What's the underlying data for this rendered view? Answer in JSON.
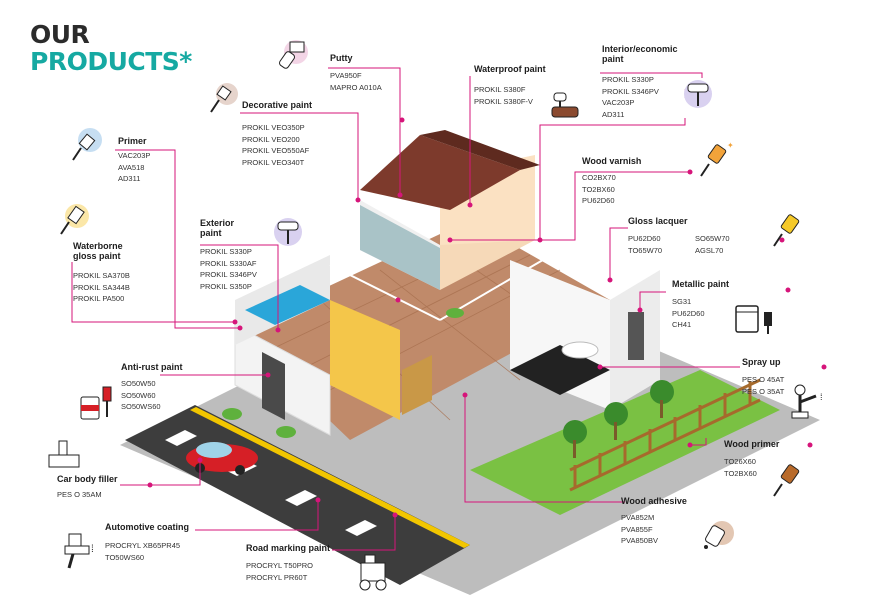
{
  "title": {
    "line1": "OUR",
    "line2": "PRODUCTS*"
  },
  "colors": {
    "accent": "#16a9a2",
    "leader": "#d6157a",
    "roof": "#7d3a2c",
    "road": "#3a3a3a",
    "grass": "#7ac143"
  },
  "products": {
    "putty": {
      "label": "Putty",
      "codes": [
        "PVA950F",
        "MAPRO A010A"
      ],
      "icon": "putty-knife-icon"
    },
    "decorative": {
      "label": "Decorative paint",
      "codes": [
        "PROKIL VEO350P",
        "PROKIL VEO200",
        "PROKIL VEO550AF",
        "PROKIL VEO340T"
      ],
      "icon": "paint-brush-icon"
    },
    "waterproof": {
      "label": "Waterproof paint",
      "codes": [
        "PROKIL S380F",
        "PROKIL S380F-V"
      ],
      "icon": "paint-roller-icon"
    },
    "interior": {
      "label": "Interior/economic paint",
      "codes": [
        "PROKIL S330P",
        "PROKIL S346PV",
        "VAC203P",
        "AD311"
      ],
      "icon": "roller-icon"
    },
    "primer": {
      "label": "Primer",
      "codes": [
        "VAC203P",
        "AVA518",
        "AD311"
      ],
      "icon": "brush-icon"
    },
    "woodvarnish": {
      "label": "Wood varnish",
      "codes": [
        "CO2BX70",
        "TO2BX60",
        "PU62D60"
      ],
      "icon": "varnish-brush-icon"
    },
    "waterborne": {
      "label": "Waterborne gloss paint",
      "codes": [
        "PROKIL SA370B",
        "PROKIL SA344B",
        "PROKIL PA500"
      ],
      "icon": "gloss-brush-icon"
    },
    "exterior": {
      "label": "Exterior paint",
      "codes": [
        "PROKIL S330P",
        "PROKIL S330AF",
        "PROKIL S346PV",
        "PROKIL S350P"
      ],
      "icon": "exterior-roller-icon"
    },
    "glosslacquer": {
      "label": "Gloss lacquer",
      "codes_a": [
        "PU62D60",
        "TO65W70"
      ],
      "codes_b": [
        "SO65W70",
        "AGSL70"
      ],
      "icon": "lacquer-brush-icon"
    },
    "metallic": {
      "label": "Metallic paint",
      "codes": [
        "SG31",
        "PU62D60",
        "CH41"
      ],
      "icon": "paint-can-icon"
    },
    "antirust": {
      "label": "Anti-rust paint",
      "codes": [
        "SO50W50",
        "SO50W60",
        "SO50WS60"
      ],
      "icon": "rust-paint-can-icon"
    },
    "sprayup": {
      "label": "Spray up",
      "codes": [
        "PES O 45AT",
        "PES O 35AT"
      ],
      "icon": "spray-robot-icon"
    },
    "woodprimer": {
      "label": "Wood primer",
      "codes": [
        "TO26X60",
        "TO2BX60"
      ],
      "icon": "wood-primer-brush-icon"
    },
    "carbody": {
      "label": "Car body filler",
      "codes": [
        "PES O 35AM"
      ],
      "icon": "filler-knife-icon"
    },
    "woodadhesive": {
      "label": "Wood adhesive",
      "codes": [
        "PVA852M",
        "PVA855F",
        "PVA850BV"
      ],
      "icon": "glue-bottle-icon"
    },
    "automotive": {
      "label": "Automotive coating",
      "codes": [
        "PROCRYL XB65PR45",
        "TO50WS60"
      ],
      "icon": "spray-gun-icon"
    },
    "roadmarking": {
      "label": "Road marking paint",
      "codes": [
        "PROCRYL T50PRO",
        "PROCRYL PR60T"
      ],
      "icon": "road-marking-machine-icon"
    }
  }
}
